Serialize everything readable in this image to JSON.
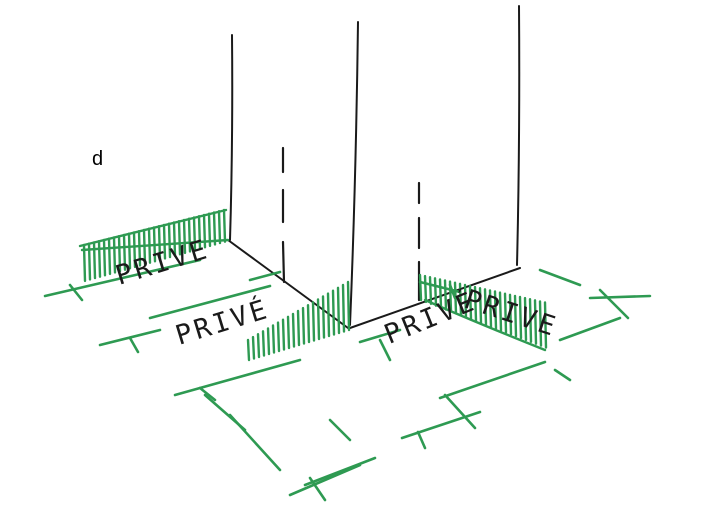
{
  "figure_label": "d",
  "zones": [
    {
      "id": "zone-1",
      "label": "PRIVE"
    },
    {
      "id": "zone-2",
      "label": "PRIVÉ"
    },
    {
      "id": "zone-3",
      "label": "PRIVÉ"
    },
    {
      "id": "zone-4",
      "label": "PRIVE"
    }
  ],
  "colors": {
    "ink": "#1a1a1a",
    "green": "#2e9a52",
    "background": "#ffffff"
  }
}
